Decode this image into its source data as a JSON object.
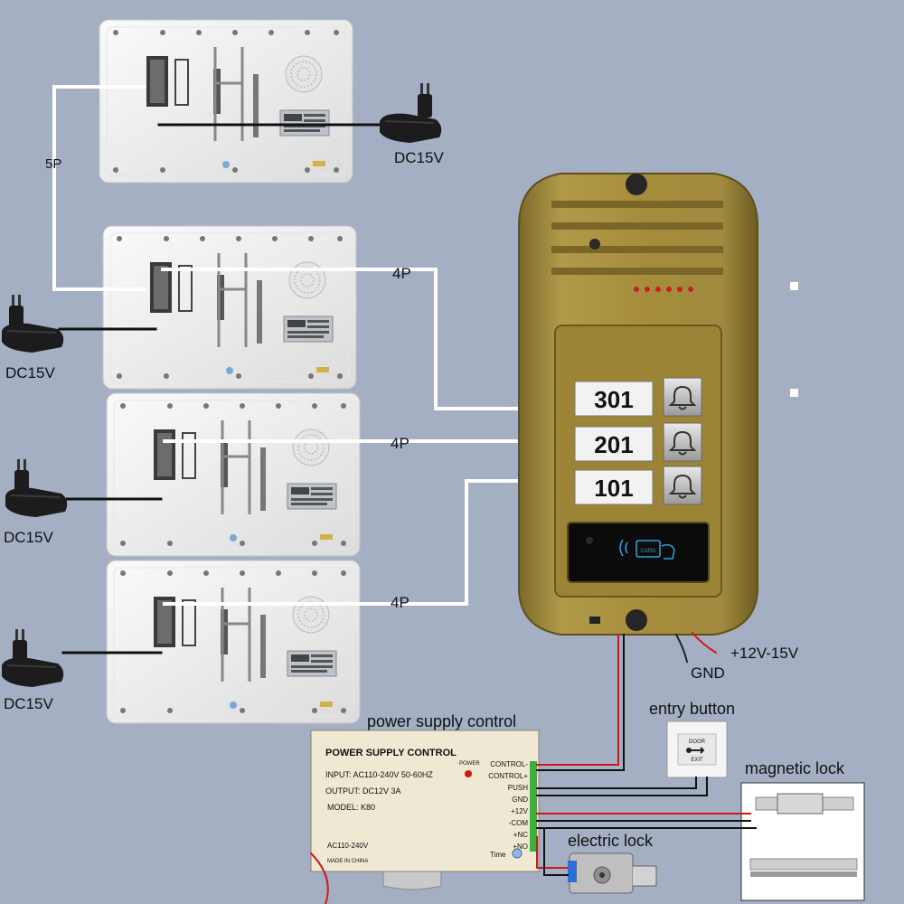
{
  "wiring": {
    "link_5p": "5P",
    "link_4p_1": "4P",
    "link_4p_2": "4P",
    "link_4p_3": "4P"
  },
  "monitors": [
    {
      "power_label": "DC15V"
    },
    {
      "power_label": "DC15V"
    },
    {
      "power_label": "DC15V"
    },
    {
      "power_label": "DC15V"
    }
  ],
  "door_panel": {
    "apartments": [
      "301",
      "201",
      "101"
    ],
    "power_label": "+12V-15V",
    "ground_label": "GND",
    "card_text": "CARD"
  },
  "power_supply": {
    "caption": "power supply control",
    "title": "POWER SUPPLY CONTROL",
    "input": "INPUT: AC110-240V  50-60HZ",
    "output": "OUTPUT: DC12V  3A",
    "model": "MODEL: K80",
    "ac": "AC110-240V",
    "made": "MADE IN CHINA",
    "power_led": "POWER",
    "time": "Time",
    "terminals": [
      "CONTROL-",
      "CONTROL+",
      "PUSH",
      "GND",
      "+12V",
      "-COM",
      "+NC",
      "+NO"
    ]
  },
  "entry_button": {
    "caption": "entry button",
    "face_top": "DOOR",
    "face_bottom": "EXIT"
  },
  "magnetic_lock": {
    "caption": "magnetic lock"
  },
  "electric_lock": {
    "caption": "electric lock"
  },
  "colors": {
    "background": "#a4afc4",
    "panel_gold": "#a58c3c",
    "wire_red": "#d01818",
    "wire_black": "#111111"
  }
}
